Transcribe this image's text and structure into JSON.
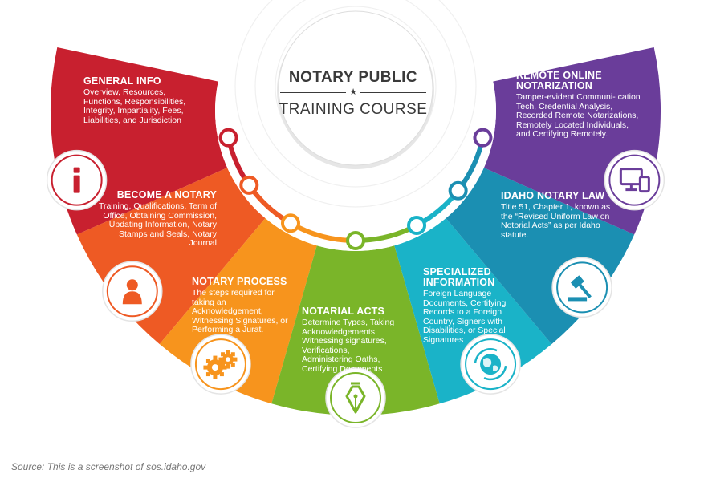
{
  "title": {
    "line1": "NOTARY PUBLIC",
    "star": "★",
    "line2": "TRAINING COURSE"
  },
  "segments": [
    {
      "key": "general-info",
      "title": "GENERAL INFO",
      "description": "Overview, Resources, Functions, Responsibilities, Integrity, Impartiality, Fees, Liabilities, and Jurisdiction",
      "color": "#c8202f",
      "icon": "info-icon"
    },
    {
      "key": "become-notary",
      "title": "BECOME A NOTARY",
      "description": "Training, Qualifications, Term of Office, Obtaining Commission, Updating Information, Notary Stamps and Seals, Notary Journal",
      "color": "#ee5a24",
      "icon": "person-icon"
    },
    {
      "key": "notary-process",
      "title": "NOTARY PROCESS",
      "description": "The steps required for taking an Acknowledgement, Witnessing Signatures, or Performing a Jurat.",
      "color": "#f7941d",
      "icon": "gears-icon"
    },
    {
      "key": "notarial-acts",
      "title": "NOTARIAL ACTS",
      "description": "Determine Types, Taking Acknowledgements, Witnessing signatures, Verifications, Administering Oaths, Certifying Documents",
      "color": "#7ab529",
      "icon": "pen-nib-icon"
    },
    {
      "key": "specialized-information",
      "title": "SPECIALIZED INFORMATION",
      "description": "Foreign Language Documents, Certifying Records to a Foreign Country, Signers with Disabilities, or Special Signatures",
      "color": "#1ab3c8",
      "icon": "globe-icon"
    },
    {
      "key": "idaho-notary-law",
      "title": "IDAHO NOTARY LAW",
      "description": "Title 51, Chapter 1, known as the “Revised Uniform Law on Notorial Acts” as per Idaho statute.",
      "color": "#1b8fb2",
      "icon": "gavel-icon"
    },
    {
      "key": "remote-online-notarization",
      "title": "REMOTE ONLINE NOTARIZATION",
      "description": "Tamper-evident Communi- cation Tech, Credential Analysis, Recorded Remote Notarizations, Remotely Located Individuals, and Certifying Remotely.",
      "color": "#6a3d9a",
      "icon": "devices-icon"
    }
  ],
  "source": "Source: This is a screenshot of sos.idaho.gov"
}
